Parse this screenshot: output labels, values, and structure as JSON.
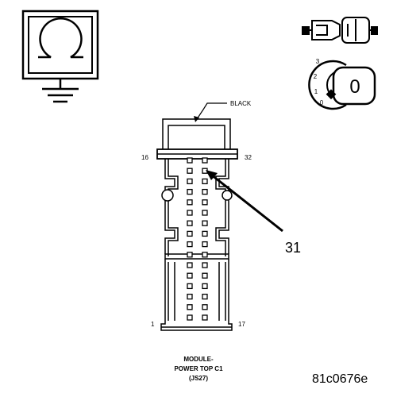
{
  "wire_color": "BLACK",
  "pin_labels": {
    "top_left": "16",
    "top_right": "32",
    "bottom_left": "1",
    "bottom_right": "17"
  },
  "callout_number": "31",
  "ignition_positions": [
    "3",
    "2",
    "1",
    "0"
  ],
  "key_label": "0",
  "connector_name_line1": "MODULE-",
  "connector_name_line2": "POWER TOP C1",
  "connector_code": "(JS27)",
  "figure_id": "81c0676e",
  "icons": [
    "ohmmeter-ground-icon",
    "connector-plug-icon",
    "ignition-switch-icon"
  ]
}
